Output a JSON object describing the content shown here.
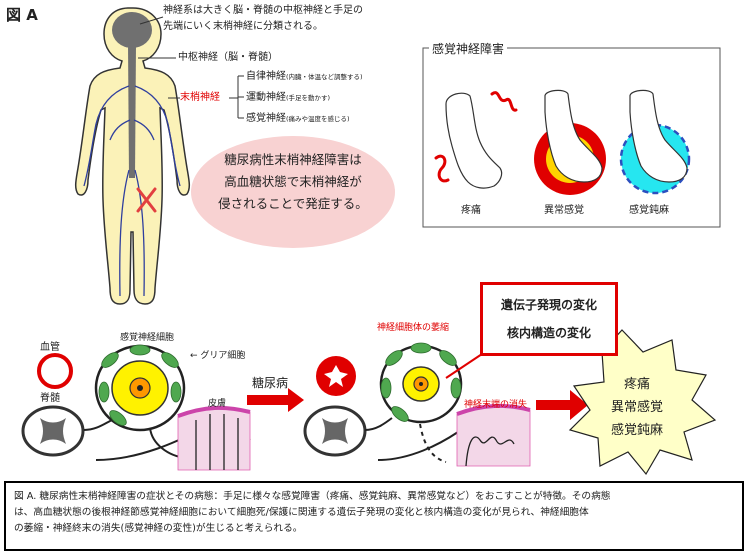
{
  "figure_label": "図 A",
  "intro": {
    "line1": "神経系は大きく脳・脊髄の中枢神経と手足の",
    "line2": "先端にいく末梢神経に分類される。"
  },
  "cns_label": "中枢神経（脳・脊髄）",
  "pns_label": "末梢神経",
  "branches": [
    {
      "name": "自律神経",
      "note": "(内臓・体温など調整する)"
    },
    {
      "name": "運動神経",
      "note": "(手足を動かす)"
    },
    {
      "name": "感覚神経",
      "note": "(痛みや温度を感じる)"
    }
  ],
  "diabetes_note": {
    "line1": "糖尿病性末梢神経障害は",
    "line2": "高血糖状態で末梢神経が",
    "line3": "侵されることで発症する。"
  },
  "sensory_panel": {
    "title": "感覚神経障害",
    "feet": [
      "疼痛",
      "異常感覚",
      "感覚鈍麻"
    ]
  },
  "cross_section": {
    "vessel": "血管",
    "spine": "脊髄",
    "sensory_cell": "感覚神経細胞",
    "glia": "グリア細胞",
    "skin": "皮膚",
    "arrow_label": "糖尿病",
    "atrophy": "神経細胞体の萎縮",
    "loss": "神経末端の消失"
  },
  "gene_box": {
    "line1": "遺伝子発現の変化",
    "line2": "核内構造の変化"
  },
  "symptoms": [
    "疼痛",
    "異常感覚",
    "感覚鈍麻"
  ],
  "caption": {
    "line1": "図 A. 糖尿病性末梢神経障害の症状とその病態：手足に様々な感覚障害（疼痛、感覚鈍麻、異常感覚など）をおこすことが特徴。その病態",
    "line2": "は、高血糖状態の後根神経節感覚神経細胞において細胞死/保護に関連する遺伝子発現の変化と核内構造の変化が見られ、神経細胞体",
    "line3": "の萎縮・神経終末の消失(感覚神経の変性)が生じると考えられる。"
  },
  "colors": {
    "accent_red": "#e00000",
    "body": "#fbf2b8",
    "skin_pink": "#f3d7e8",
    "glia_green": "#4fa84f",
    "cell_yellow": "#fff200"
  }
}
